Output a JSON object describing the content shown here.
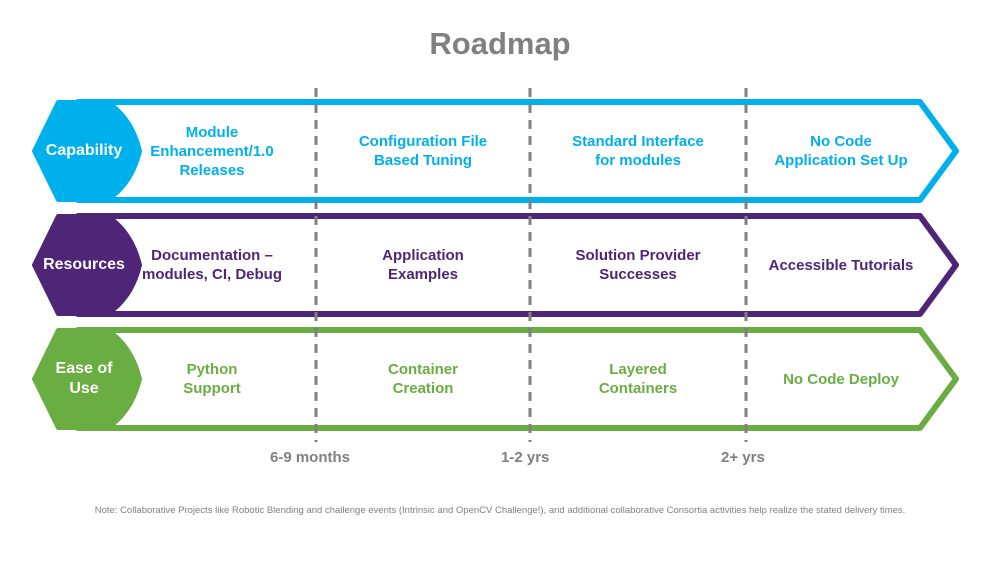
{
  "title": "Roadmap",
  "colors": {
    "capability": "#00b0ec",
    "resources": "#4f2577",
    "ease_of_use": "#6aad42",
    "divider": "#808080"
  },
  "rows": [
    {
      "label": "Capability",
      "color": "#00b0ec",
      "items": [
        "Module\nEnhancement/1.0\nReleases",
        "Configuration File\nBased Tuning",
        "Standard Interface\nfor modules",
        "No Code\nApplication Set Up"
      ]
    },
    {
      "label": "Resources",
      "color": "#4f2577",
      "items": [
        "Documentation –\nmodules, CI, Debug",
        "Application\nExamples",
        "Solution Provider\nSuccesses",
        "Accessible Tutorials"
      ]
    },
    {
      "label": "Ease of\nUse",
      "color": "#6aad42",
      "items": [
        "Python\nSupport",
        "Container\nCreation",
        "Layered\nContainers",
        "No Code Deploy"
      ]
    }
  ],
  "timeline": [
    "6-9 months",
    "1-2 yrs",
    "2+ yrs"
  ],
  "note": "Note: Collaborative Projects like Robotic Blending and challenge events (Intrinsic and OpenCV Challenge!), and additional collaborative Consortia activities help realize the stated delivery times."
}
